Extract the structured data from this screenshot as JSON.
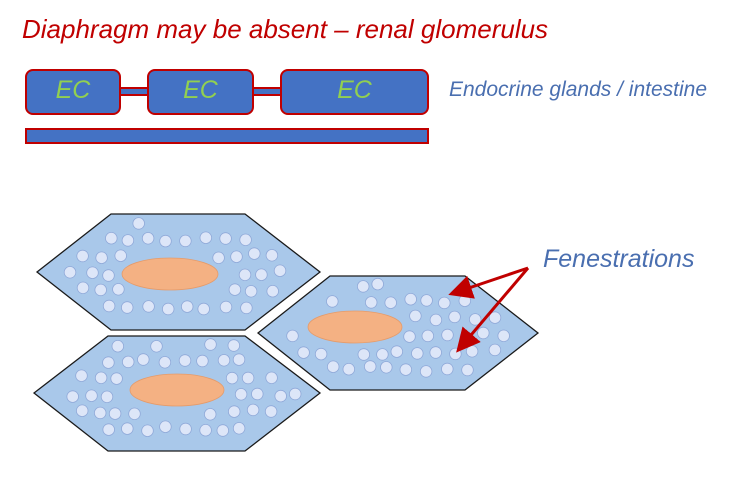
{
  "title": "Diaphragm may be absent – renal glomerulus",
  "cells": [
    {
      "label": "EC"
    },
    {
      "label": "EC"
    },
    {
      "label": "EC"
    }
  ],
  "side_label": "Endocrine glands / intestine",
  "fenestrations_label": "Fenestrations",
  "colors": {
    "cell_fill": "#a9c8ea",
    "cell_stroke": "#1a1a1a",
    "nucleus": "#f4b183",
    "pore_fill": "#dde6f8",
    "pore_stroke": "#8fa8d8",
    "endothelium": "#4472c4",
    "outline": "#c00000",
    "ec_text": "#92d050",
    "arrow": "#c00000"
  }
}
